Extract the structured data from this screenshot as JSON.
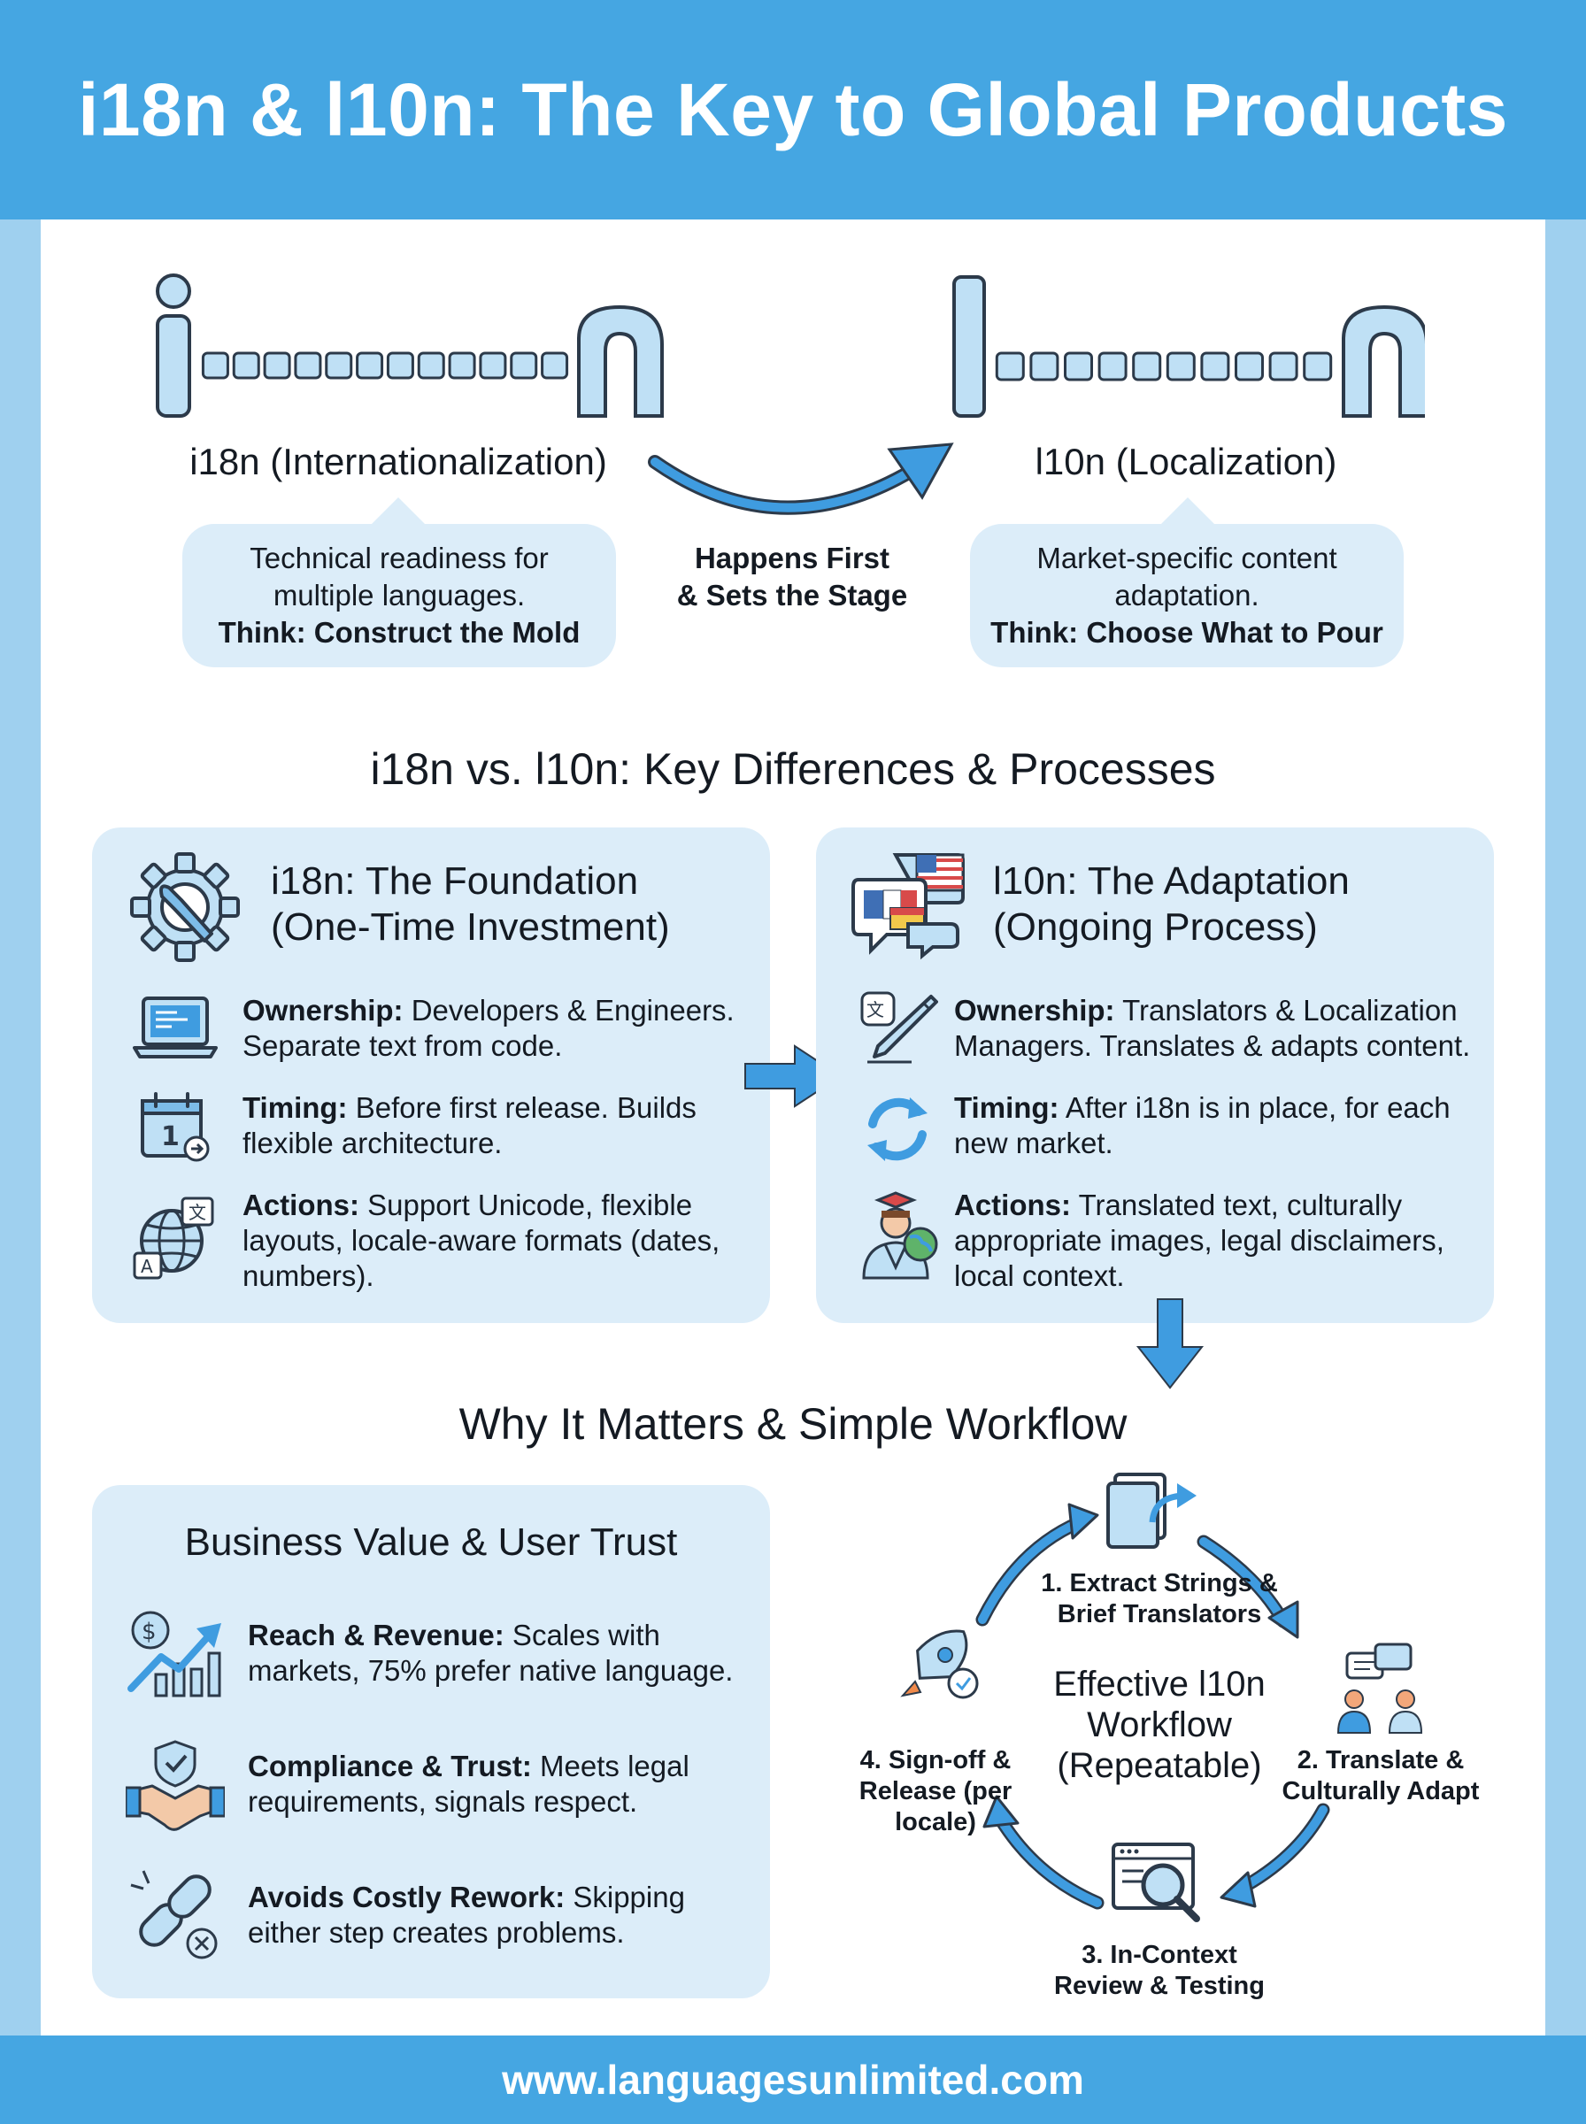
{
  "header": {
    "title": "i18n & l10n: The Key to Global Products"
  },
  "intro": {
    "i18n_word": {
      "first": "i",
      "last": "n",
      "middle_count": 12
    },
    "l10n_word": {
      "first": "l",
      "last": "n",
      "middle_count": 10
    },
    "i18n_label": "i18n (Internationalization)",
    "l10n_label": "l10n (Localization)",
    "i18n_bubble": {
      "line1": "Technical readiness for",
      "line2": "multiple languages.",
      "bold": "Think: Construct the Mold"
    },
    "l10n_bubble": {
      "line1": "Market-specific content",
      "line2": "adaptation.",
      "bold": "Think: Choose What to Pour"
    },
    "arrow_note": {
      "line1": "Happens First",
      "line2": "& Sets the Stage"
    }
  },
  "differences": {
    "title": "i18n vs. l10n: Key Differences & Processes",
    "i18n_card": {
      "title_line1": "i18n: The Foundation",
      "title_line2": "(One-Time Investment)",
      "rows": [
        {
          "icon": "laptop-code-icon",
          "label": "Ownership:",
          "line1": " Developers & Engineers.",
          "line2": "Separate text from code.",
          "line3": ""
        },
        {
          "icon": "calendar-icon",
          "label": "Timing:",
          "line1": " Before first release. Builds",
          "line2": "flexible architecture.",
          "line3": ""
        },
        {
          "icon": "globe-translate-icon",
          "label": "Actions:",
          "line1": " Support Unicode, flexible",
          "line2": "layouts, locale-aware formats (dates,",
          "line3": "numbers)."
        }
      ]
    },
    "l10n_card": {
      "title_line1": "l10n: The Adaptation",
      "title_line2": "(Ongoing Process)",
      "rows": [
        {
          "icon": "translate-pen-icon",
          "label": "Ownership:",
          "line1": " Translators & Localization",
          "line2": "Managers. Translates & adapts content.",
          "line3": ""
        },
        {
          "icon": "refresh-icon",
          "label": "Timing:",
          "line1": " After i18n is in place, for each",
          "line2": "new market.",
          "line3": ""
        },
        {
          "icon": "person-globe-icon",
          "label": "Actions:",
          "line1": " Translated text, culturally",
          "line2": "appropriate images, legal disclaimers,",
          "line3": "local context."
        }
      ]
    }
  },
  "why": {
    "title": "Why It Matters & Simple Workflow",
    "value_card": {
      "title": "Business Value & User Trust",
      "rows": [
        {
          "icon": "growth-chart-icon",
          "label": "Reach & Revenue:",
          "line1": " Scales with",
          "line2": "markets, 75% prefer native language."
        },
        {
          "icon": "handshake-shield-icon",
          "label": "Compliance & Trust:",
          "line1": " Meets legal",
          "line2": "requirements, signals respect."
        },
        {
          "icon": "broken-link-icon",
          "label": "Avoids Costly Rework:",
          "line1": " Skipping",
          "line2": "either step creates problems."
        }
      ]
    },
    "workflow": {
      "center": {
        "line1": "Effective l10n",
        "line2": "Workflow",
        "line3": "(Repeatable)"
      },
      "steps": [
        {
          "line1": "1. Extract Strings &",
          "line2": "Brief Translators",
          "line3": ""
        },
        {
          "line1": "2. Translate &",
          "line2": "Culturally Adapt",
          "line3": ""
        },
        {
          "line1": "3. In-Context",
          "line2": "Review & Testing",
          "line3": ""
        },
        {
          "line1": "4. Sign-off &",
          "line2": "Release (per",
          "line3": "locale)"
        }
      ]
    }
  },
  "footer": {
    "url": "www.languagesunlimited.com"
  },
  "colors": {
    "header": "#45a6e2",
    "frame": "#9fd0ef",
    "card": "#dcedf9",
    "icon_fill": "#bfe0f5",
    "icon_stroke": "#2c3a4a",
    "arrow": "#3f9ce0"
  }
}
